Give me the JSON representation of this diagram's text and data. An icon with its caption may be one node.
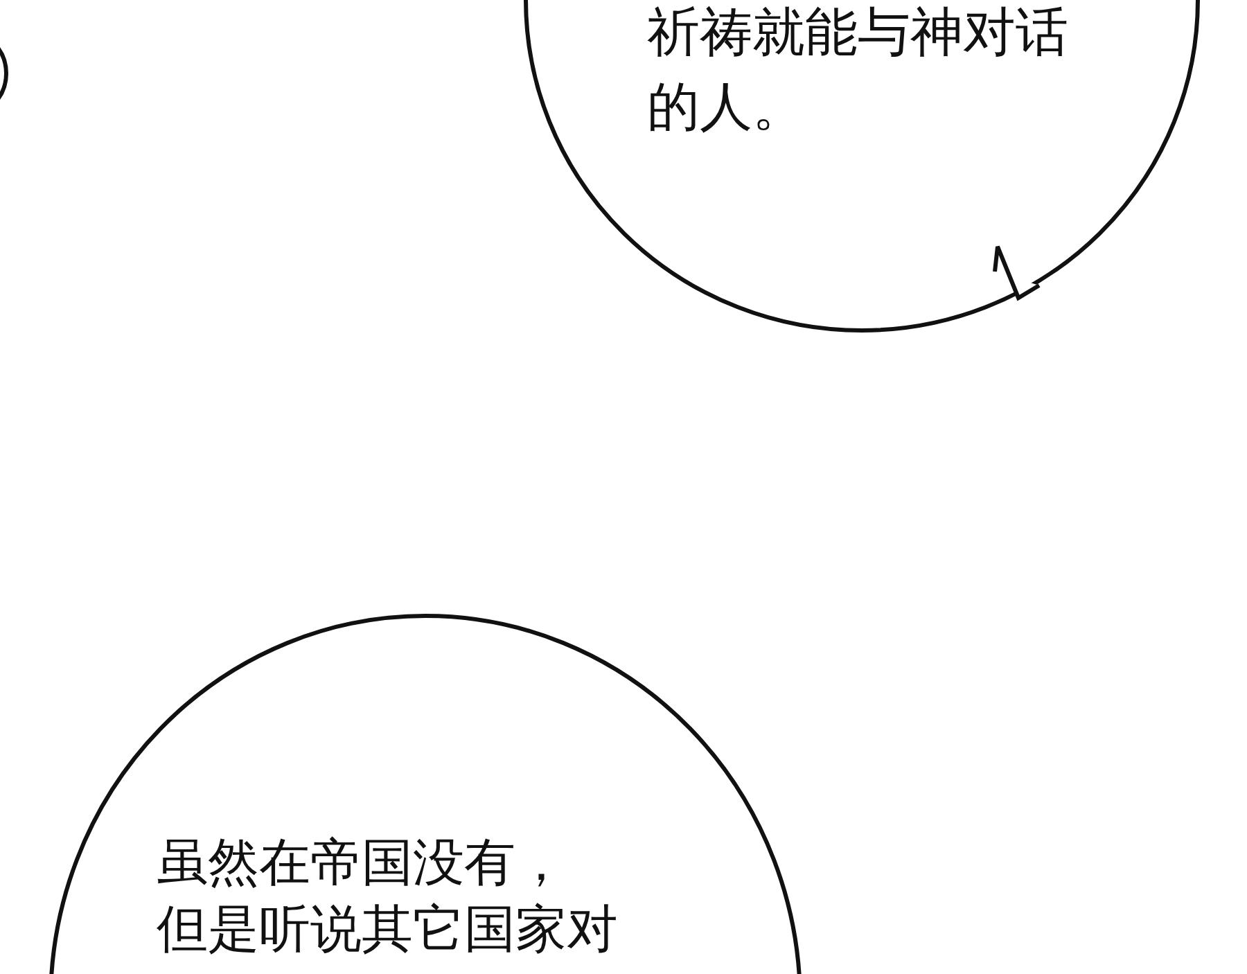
{
  "diagram": {
    "nodes": [
      {
        "text": [],
        "shape": "circle"
      },
      {
        "text": [
          "祈祷就能与神对话的人。"
        ]
      },
      {
        "text": [
          "虽然在帝国没有，但是听说其它国家对"
        ]
      }
    ]
  }
}
